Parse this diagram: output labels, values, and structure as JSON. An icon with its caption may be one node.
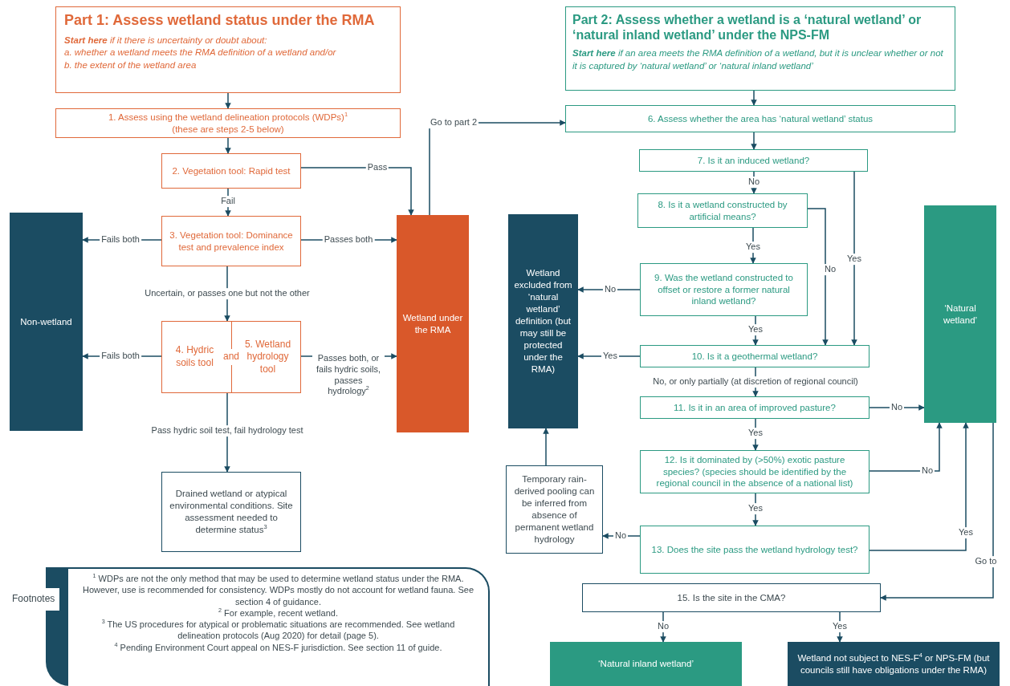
{
  "diagram": {
    "nodes": [
      {
        "text": [
          "Part 1: Assess wetland status under the RMA",
          "**Start here** if it there is uncertainty or doubt about:",
          "a. whether a wetland meets the RMA definition of a wetland and/or",
          "b. the extent of the wetland area"
        ]
      },
      {
        "text": [
          "1. Assess using the wetland delineation protocols (WDPs)$^{1}$",
          "(these are steps 2-5 below)"
        ]
      },
      {
        "text": [
          "2. Vegetation tool:  Rapid test"
        ]
      },
      {
        "text": [
          "3. Vegetation tool: Dominance test and prevalence index"
        ]
      },
      {
        "text": [
          "4. Hydric soils tool",
          "and",
          "5. Wetland hydrology tool"
        ]
      },
      {
        "text": [
          "Drained wetland or atypical environmental conditions. Site assessment needed to determine status$^{3}$"
        ]
      },
      {
        "text": [
          "Non-wetland"
        ]
      },
      {
        "text": [
          "Wetland under the RMA"
        ]
      },
      {
        "text": [
          "Footnotes",
          "$^{1}$ WDPs are not the only method that may be used to determine wetland status under the RMA. However, use is recommended for consistency. WDPs mostly do not account for wetland fauna. See section 4 of guidance.",
          "$^{2}$ For example, recent wetland.",
          "$^{3}$ The US procedures for atypical or problematic situations are recommended. See wetland delineation protocols (Aug 2020) for detail (page 5).",
          "$^{4}$ Pending Environment Court appeal on NES-F jurisdiction. See section 11 of guide."
        ]
      },
      {
        "text": [
          "Part 2: Assess whether a wetland is a ‘natural wetland’ or ‘natural inland wetland’ under the NPS-FM",
          "**Start here** if an area meets the RMA definition of a wetland, but it is unclear whether or not it is captured by ‘natural wetland’ or ‘natural inland wetland’"
        ]
      },
      {
        "text": [
          "6. Assess whether the area has ‘natural wetland’ status"
        ]
      },
      {
        "text": [
          "7. Is it an induced wetland?"
        ]
      },
      {
        "text": [
          "8. Is it a wetland constructed by artificial means?"
        ]
      },
      {
        "text": [
          "9. Was the wetland constructed to offset or restore a former natural inland wetland?"
        ]
      },
      {
        "text": [
          "10. Is it a geothermal wetland?"
        ]
      },
      {
        "text": [
          "11. Is it in an area of improved pasture?"
        ]
      },
      {
        "text": [
          "12. Is it dominated by (>50%) exotic pasture species? (species should be identified by the regional council in the absence of a national list)"
        ]
      },
      {
        "text": [
          "13. Does the site pass the wetland hydrology test?"
        ]
      },
      {
        "text": [
          "15. Is the site in the CMA?"
        ]
      },
      {
        "text": [
          "Wetland excluded from ‘natural wetland’ definition (but may still be protected under the RMA)"
        ]
      },
      {
        "text": [
          "Temporary rain-derived pooling can be inferred from absence of permanent wetland hydrology"
        ]
      },
      {
        "text": [
          "‘Natural wetland’"
        ]
      },
      {
        "text": [
          "‘Natural inland wetland’"
        ]
      },
      {
        "text": [
          "Wetland not subject to NES-F$^{4}$ or NPS-FM (but councils still have obligations under the RMA)"
        ]
      }
    ],
    "edges": [
      {
        "from": 0,
        "to": 1,
        "arrow": "to"
      },
      {
        "from": 1,
        "to": 2,
        "arrow": "to"
      },
      {
        "from": 2,
        "to": 7,
        "arrow": "to",
        "label": "Pass"
      },
      {
        "from": 2,
        "to": 3,
        "arrow": "to",
        "label": "Fail"
      },
      {
        "from": 3,
        "to": 6,
        "arrow": "to",
        "label": "Fails both"
      },
      {
        "from": 3,
        "to": 7,
        "arrow": "to",
        "label": "Passes both"
      },
      {
        "from": 3,
        "to": 4,
        "arrow": "to",
        "label": "Uncertain, or passes one but not the other"
      },
      {
        "from": 4,
        "to": 6,
        "arrow": "to",
        "label": "Fails both"
      },
      {
        "from": 4,
        "to": 7,
        "arrow": "to",
        "label": "Passes both, or fails hydric soils, passes hydrology$^{2}$"
      },
      {
        "from": 4,
        "to": 5,
        "arrow": "to",
        "label": "Pass hydric soil test, fail hydrology test"
      },
      {
        "from": 7,
        "to": 10,
        "arrow": "to",
        "label": "Go to part 2"
      },
      {
        "from": 9,
        "to": 10,
        "arrow": "to"
      },
      {
        "from": 10,
        "to": 11,
        "arrow": "to"
      },
      {
        "from": 11,
        "to": 12,
        "arrow": "to",
        "label": "No"
      },
      {
        "from": 11,
        "to": 14,
        "arrow": "to",
        "label": "Yes"
      },
      {
        "from": 12,
        "to": 13,
        "arrow": "to",
        "label": "Yes"
      },
      {
        "from": 12,
        "to": 14,
        "arrow": "to",
        "label": "No"
      },
      {
        "from": 13,
        "to": 19,
        "arrow": "to",
        "label": "No"
      },
      {
        "from": 13,
        "to": 14,
        "arrow": "to",
        "label": "Yes"
      },
      {
        "from": 14,
        "to": 19,
        "arrow": "to",
        "label": "Yes"
      },
      {
        "from": 14,
        "to": 15,
        "arrow": "to",
        "label": "No, or only partially (at discretion of regional council)"
      },
      {
        "from": 15,
        "to": 21,
        "arrow": "to",
        "label": "No"
      },
      {
        "from": 15,
        "to": 16,
        "arrow": "to",
        "label": "Yes"
      },
      {
        "from": 16,
        "to": 21,
        "arrow": "to",
        "label": "No"
      },
      {
        "from": 16,
        "to": 17,
        "arrow": "to",
        "label": "Yes"
      },
      {
        "from": 17,
        "to": 20,
        "arrow": "to",
        "label": "No"
      },
      {
        "from": 17,
        "to": 21,
        "arrow": "to",
        "label": "Yes"
      },
      {
        "from": 20,
        "to": 19,
        "arrow": "to"
      },
      {
        "from": 21,
        "to": 18,
        "arrow": "to",
        "label": "Go to"
      },
      {
        "from": 18,
        "to": 22,
        "arrow": "to",
        "label": "No"
      },
      {
        "from": 18,
        "to": 23,
        "arrow": "to",
        "label": "Yes"
      }
    ]
  }
}
